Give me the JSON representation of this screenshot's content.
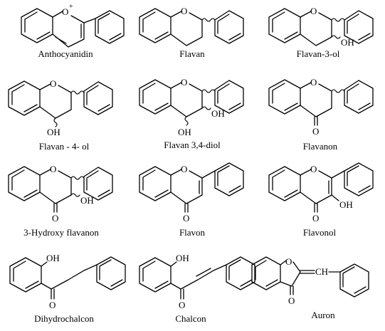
{
  "labels": {
    "anthocyanidin": "Anthocyanidin",
    "flavan": "Flavan",
    "flavan3ol": "Flavan-3-ol",
    "flavan4ol": "Flavan - 4- ol",
    "flavan34diol": "Flavan 3,4-diol",
    "flavanon": "Flavanon",
    "hydroxyflavanon": "3-Hydroxy flavanon",
    "flavon": "Flavon",
    "flavonol": "Flavonol",
    "dihydrochalcon": "Dihydrochalcon",
    "chalcon": "Chalcon",
    "auron": "Auron"
  },
  "atoms": {
    "oxygen": "O",
    "hydroxyl": "OH",
    "plus": "+",
    "methine": "CH"
  }
}
